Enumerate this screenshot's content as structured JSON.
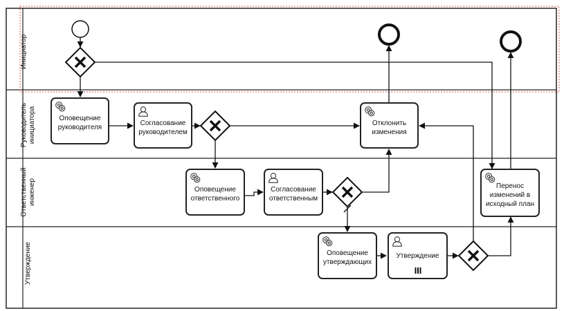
{
  "lanes": [
    {
      "label": "Инициатор"
    },
    {
      "label": "Руководитель\nинициатора"
    },
    {
      "label": "Ответственный\nинженер"
    },
    {
      "label": "Утверждение"
    }
  ],
  "tasks": {
    "notify_manager": {
      "label": "Оповещение\nруководителя",
      "icon": "gear-icon"
    },
    "approve_manager": {
      "label": "Согласование\nруководителем",
      "icon": "user-icon"
    },
    "reject_changes": {
      "label": "Отклонить\nизменения",
      "icon": "gear-icon"
    },
    "notify_responsible": {
      "label": "Оповещение\nответственного",
      "icon": "gear-icon"
    },
    "approve_responsible": {
      "label": "Согласование\nответственным",
      "icon": "user-icon"
    },
    "transfer_changes": {
      "label": "Перенос\nизменений в\nисходный план",
      "icon": "gear-icon"
    },
    "notify_approvers": {
      "label": "Оповещение\nутверждающих",
      "icon": "gear-icon"
    },
    "approval": {
      "label": "Утверждение",
      "icon": "user-icon"
    }
  },
  "colors": {
    "stroke": "#111111",
    "selection": "#e06060",
    "background": "#ffffff"
  }
}
